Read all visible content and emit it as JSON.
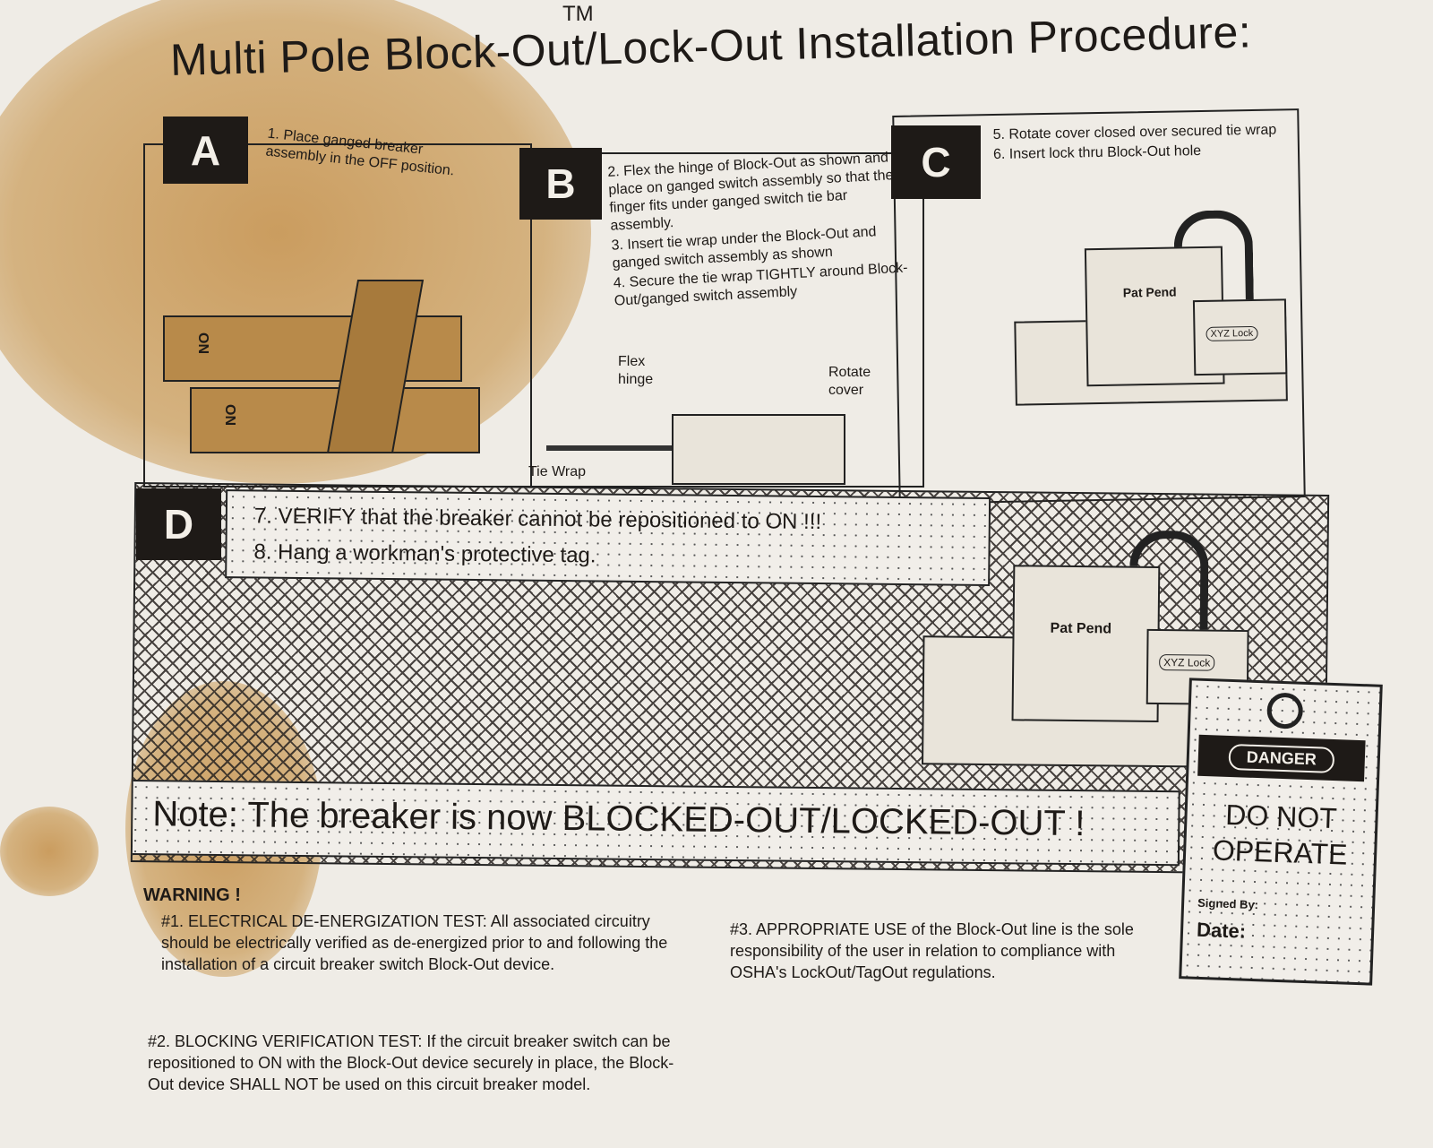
{
  "title": "Multi Pole Block-Out/Lock-Out Installation Procedure:",
  "trademark": "TM",
  "panels": {
    "a": {
      "letter": "A",
      "steps": [
        "1. Place ganged breaker assembly in the OFF position."
      ],
      "switch_labels": [
        "ON",
        "ON"
      ]
    },
    "b": {
      "letter": "B",
      "steps": [
        "2. Flex the hinge of Block-Out as shown and place on ganged switch assembly so that the finger fits under ganged switch tie bar assembly.",
        "3. Insert tie wrap under the Block-Out and ganged switch assembly as shown",
        "4. Secure the tie wrap TIGHTLY around Block-Out/ganged switch assembly"
      ],
      "labels": {
        "flex_hinge": "Flex hinge",
        "rotate_cover": "Rotate cover",
        "tie_wrap": "Tie Wrap"
      }
    },
    "c": {
      "letter": "C",
      "steps": [
        "5. Rotate cover closed over secured tie wrap",
        "6. Insert lock thru Block-Out hole"
      ],
      "labels": {
        "pat_pend": "Pat Pend",
        "lock": "XYZ Lock"
      }
    },
    "d": {
      "letter": "D",
      "steps": [
        "7. VERIFY that the breaker cannot be repositioned to ON !!!",
        "8. Hang a workman's protective tag."
      ],
      "labels": {
        "pat_pend": "Pat Pend",
        "lock": "XYZ Lock"
      }
    }
  },
  "note": "Note: The breaker is now BLOCKED-OUT/LOCKED-OUT !",
  "tag": {
    "header": "DANGER",
    "line1": "DO NOT",
    "line2": "OPERATE",
    "signed": "Signed By:",
    "date": "Date:"
  },
  "warning": {
    "heading": "WARNING !",
    "items": [
      "#1. ELECTRICAL DE-ENERGIZATION TEST: All associated circuitry should be electrically verified as de-energized prior to and following the installation of a circuit breaker switch Block-Out device.",
      "#2. BLOCKING VERIFICATION TEST: If the circuit breaker switch can be repositioned to ON with the Block-Out device securely in place, the Block-Out device SHALL NOT be used on this circuit breaker model.",
      "#3. APPROPRIATE USE of the Block-Out line is the sole responsibility of the user in relation to compliance with OSHA's LockOut/TagOut regulations."
    ]
  }
}
